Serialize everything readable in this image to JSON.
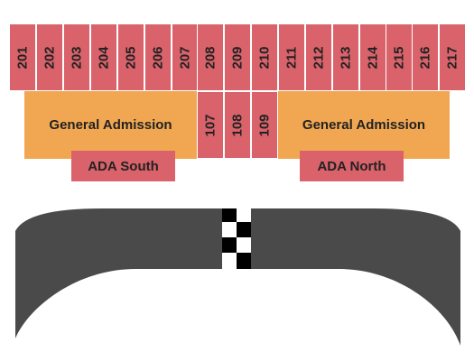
{
  "colors": {
    "reserved_section": "#d9626b",
    "general_admission": "#f1a752",
    "ada": "#d9626b",
    "track": "#4a4a4a",
    "flag_dark": "#000000",
    "flag_light": "#ffffff"
  },
  "upper_sections": [
    "201",
    "202",
    "203",
    "204",
    "205",
    "206",
    "207",
    "208",
    "209",
    "210",
    "211",
    "212",
    "213",
    "214",
    "215",
    "216",
    "217"
  ],
  "lower_sections": [
    "107",
    "108",
    "109"
  ],
  "general_admission": {
    "left_label": "General Admission",
    "right_label": "General Admission"
  },
  "ada": {
    "south_label": "ADA South",
    "north_label": "ADA North"
  },
  "track": {
    "shape_icon": "oval-track-icon",
    "finish_line_icon": "checkered-flag-icon"
  }
}
